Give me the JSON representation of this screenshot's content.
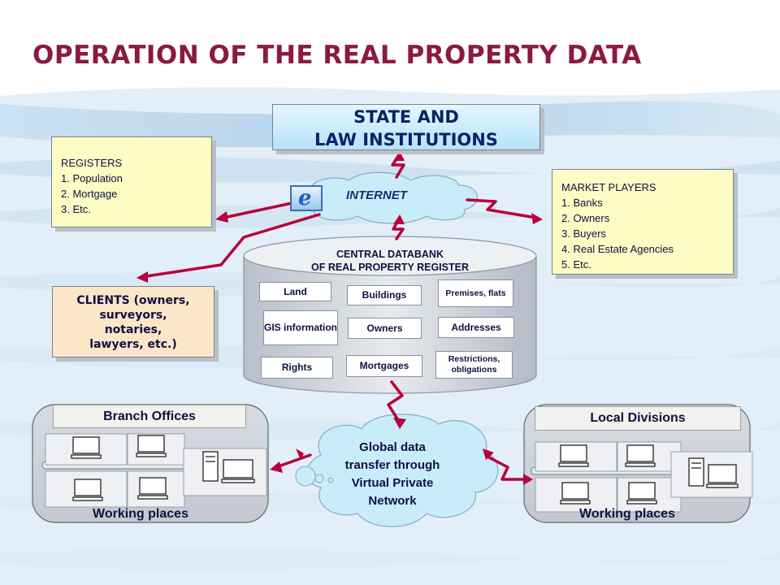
{
  "title": "OPERATION OF THE REAL PROPERTY DATA",
  "state_box": {
    "line1": "STATE AND",
    "line2": "LAW INSTITUTIONS"
  },
  "registers": {
    "heading": "REGISTERS",
    "items": [
      "1. Population",
      "2. Mortgage",
      "3. Etc."
    ]
  },
  "market_players": {
    "heading": "MARKET PLAYERS",
    "items": [
      "1. Banks",
      "2. Owners",
      "3. Buyers",
      "4. Real Estate Agencies",
      "5. Etc."
    ]
  },
  "clients": {
    "lines": [
      "CLIENTS (owners,",
      "surveyors,",
      "notaries,",
      "lawyers, etc.)"
    ]
  },
  "internet": {
    "label": "INTERNET",
    "icon": "internet-explorer-icon"
  },
  "central_databank": {
    "title_line1": "CENTRAL DATABANK",
    "title_line2": "OF REAL PROPERTY REGISTER",
    "cells": {
      "land": "Land",
      "buildings": "Buildings",
      "premises": "Premises, flats",
      "gis": "GIS information",
      "owners": "Owners",
      "addresses": "Addresses",
      "rights": "Rights",
      "mortgages": "Mortgages",
      "restrictions": "Restrictions, obligations"
    }
  },
  "branch_offices": {
    "header": "Branch Offices",
    "footer": "Working places"
  },
  "local_divisions": {
    "header": "Local Divisions",
    "footer": "Working places"
  },
  "global_transfer": {
    "lines": [
      "Global data",
      "transfer through",
      "Virtual Private",
      "Network"
    ]
  },
  "colors": {
    "title": "#8b1a3e",
    "arrow": "#b8003a",
    "cloud": "#c9ecfb",
    "cylinder": "#c6ccd6"
  }
}
